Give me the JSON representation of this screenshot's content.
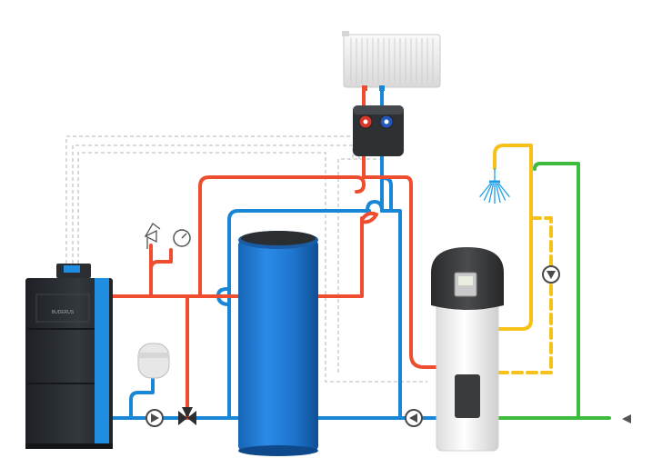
{
  "diagram": {
    "boiler_brand_label": "BUDERUS",
    "colors": {
      "flow_hot": "#ef4d2f",
      "return_cold": "#1a86d6",
      "dhw_hot": "#f6c21a",
      "cold_water": "#3dbb3d",
      "control_line": "#c4c4c4",
      "boiler_body": "#2b2f33",
      "boiler_accent": "#1a86d6",
      "buffer_tank": "#1f78d0",
      "heatpump_top": "#3b3c3e",
      "radiator": "#eeeeee"
    },
    "components": [
      "boiler",
      "expansion-vessel",
      "safety-valve",
      "pressure-gauge",
      "circulation-pump",
      "three-way-mixing-valve",
      "buffer-tank",
      "radiator",
      "hydraulic-station",
      "heat-pump-water-heater",
      "shower-head",
      "dhw-circulation-pump",
      "cold-water-inlet"
    ]
  }
}
